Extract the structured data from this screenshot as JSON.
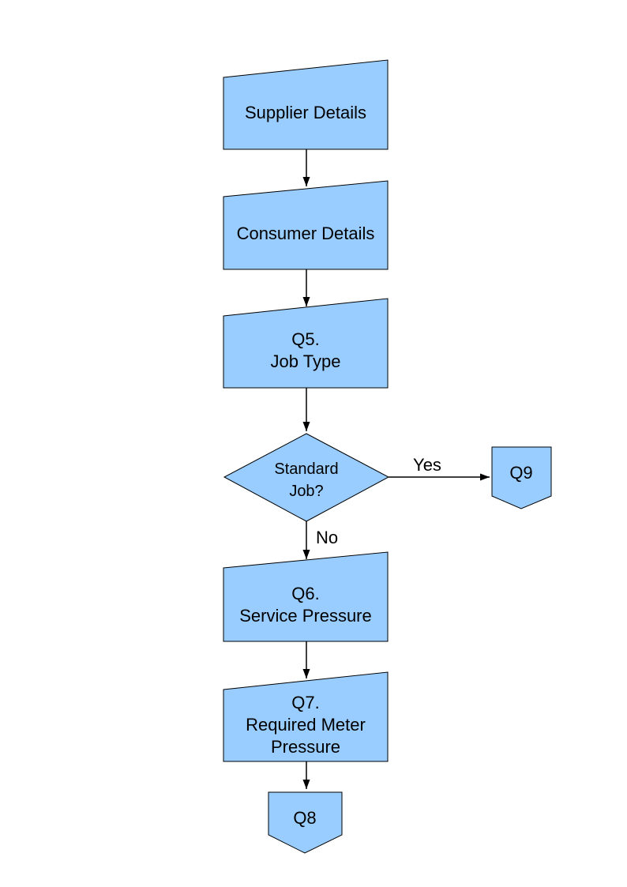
{
  "diagram": {
    "type": "flowchart",
    "colors": {
      "node_fill": "#99CCFF",
      "node_stroke": "#000000",
      "arrow": "#000000",
      "background": "#FFFFFF"
    },
    "nodes": {
      "supplier": {
        "shape": "manual-input",
        "label": "Supplier Details"
      },
      "consumer": {
        "shape": "manual-input",
        "label": "Consumer Details"
      },
      "q5": {
        "shape": "manual-input",
        "line1": "Q5.",
        "line2": "Job Type"
      },
      "decision": {
        "shape": "decision",
        "line1": "Standard",
        "line2": "Job?"
      },
      "q9": {
        "shape": "off-page-connector",
        "label": "Q9"
      },
      "q6": {
        "shape": "manual-input",
        "line1": "Q6.",
        "line2": "Service Pressure"
      },
      "q7": {
        "shape": "manual-input",
        "line1": "Q7.",
        "line2": "Required Meter",
        "line3": "Pressure"
      },
      "q8": {
        "shape": "off-page-connector",
        "label": "Q8"
      }
    },
    "edges": {
      "yes_label": "Yes",
      "no_label": "No"
    }
  }
}
